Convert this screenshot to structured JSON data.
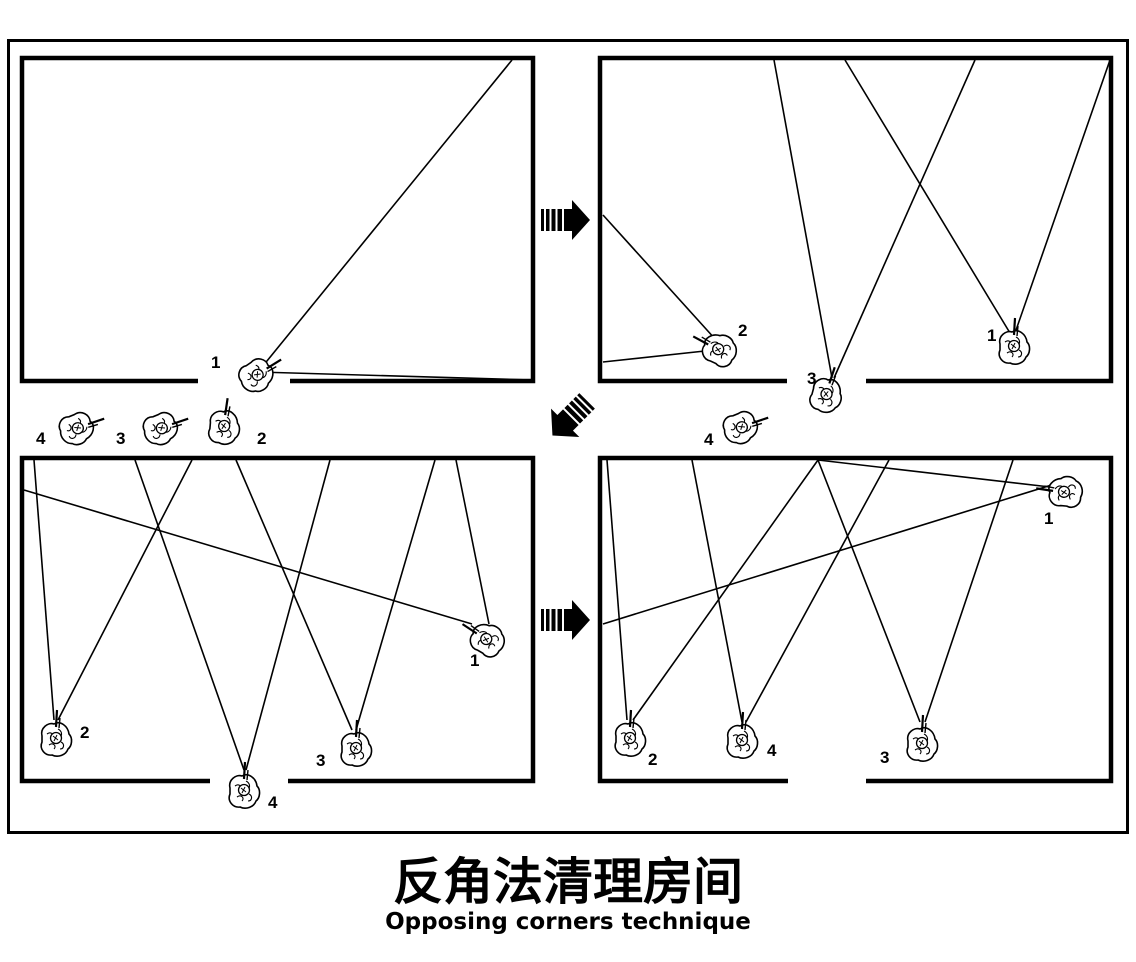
{
  "title": "反角法清理房间",
  "subtitle": "Opposing corners technique",
  "labels": {
    "panel1": {
      "p1": "1",
      "p2": "2",
      "p3": "3",
      "p4": "4"
    },
    "panel2": {
      "p1": "1",
      "p2": "2",
      "p3": "3",
      "p4": "4"
    },
    "panel3": {
      "p1": "1",
      "p2": "2",
      "p3": "3",
      "p4": "4"
    },
    "panel4": {
      "p1": "1",
      "p2": "2",
      "p3": "3",
      "p4": "4"
    }
  },
  "icons": {
    "soldier": "soldier-topdown-icon",
    "arrow": "striped-arrow-icon"
  }
}
